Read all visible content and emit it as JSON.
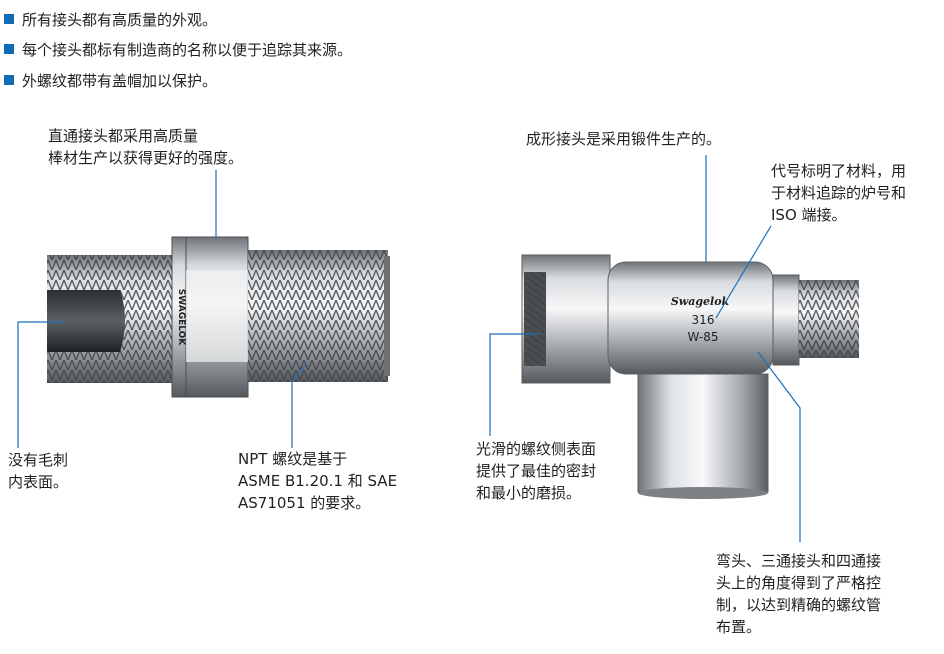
{
  "bullets": [
    "所有接头都有高质量的外观。",
    "每个接头都标有制造商的名称以便于追踪其来源。",
    "外螺纹都带有盖帽加以保护。"
  ],
  "straight_fitting": {
    "callout_top": [
      "直通接头都采用高质量",
      "棒材生产以获得更好的强度。"
    ],
    "callout_left": [
      "没有毛刺",
      "内表面。"
    ],
    "callout_npt": [
      "NPT 螺纹是基于",
      "ASME B1.20.1 和 SAE",
      "AS71051 的要求。"
    ],
    "body_marking": "SWAGELOK"
  },
  "tee_fitting": {
    "callout_forged": "成形接头是采用锻件生产的。",
    "callout_code": [
      "代号标明了材料，用",
      "于材料追踪的炉号和",
      "ISO 端接。"
    ],
    "callout_seal": [
      "光滑的螺纹侧表面",
      "提供了最佳的密封",
      "和最小的磨损。"
    ],
    "callout_angle": [
      "弯头、三通接头和四通接",
      "头上的角度得到了严格控",
      "制，以达到精确的螺纹管",
      "布置。"
    ],
    "marking_brand": "Swagelok",
    "marking_material": "316",
    "marking_heat": "W-85"
  },
  "colors": {
    "bullet": "#0f6cb6",
    "text": "#231f20",
    "metal": "#b9bdc2"
  }
}
